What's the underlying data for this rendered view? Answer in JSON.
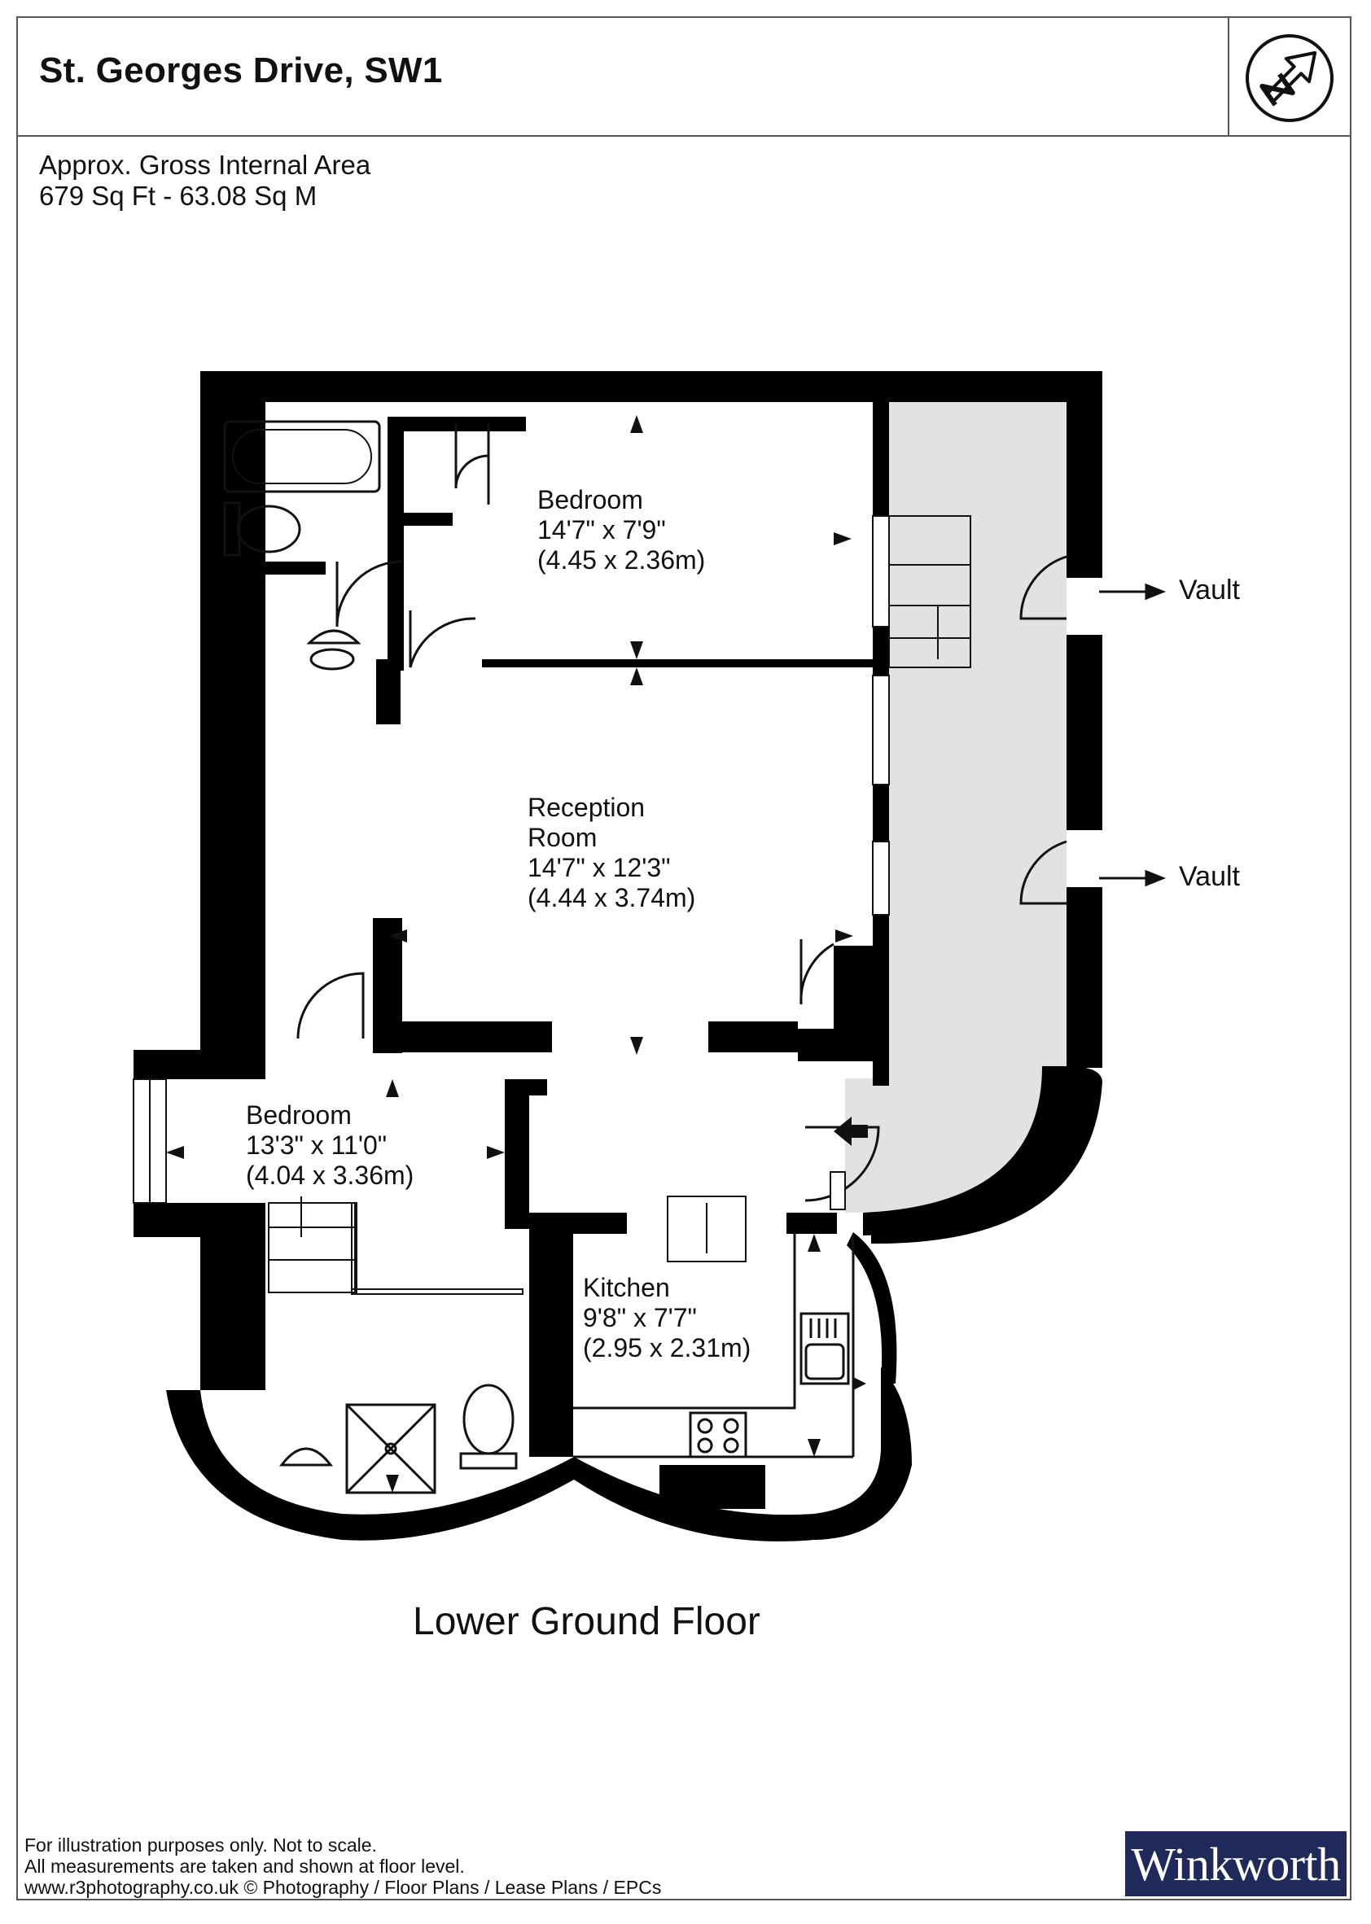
{
  "header": {
    "title": "St. Georges Drive, SW1",
    "compass_icon": "north-arrow-icon"
  },
  "area": {
    "line1": "Approx. Gross Internal Area",
    "line2": "679 Sq Ft  -  63.08 Sq M"
  },
  "rooms": {
    "bedroom1": {
      "name": "Bedroom",
      "size_imperial": "14'7\" x 7'9\"",
      "size_metric": "(4.45 x 2.36m)"
    },
    "reception": {
      "name1": "Reception",
      "name2": "Room",
      "size_imperial": "14'7\" x 12'3\"",
      "size_metric": "(4.44 x 3.74m)"
    },
    "bedroom2": {
      "name": "Bedroom",
      "size_imperial": "13'3\" x 11'0\"",
      "size_metric": "(4.04 x 3.36m)"
    },
    "kitchen": {
      "name": "Kitchen",
      "size_imperial": "9'8\" x 7'7\"",
      "size_metric": "(2.95 x 2.31m)"
    }
  },
  "vaults": {
    "vault1": "Vault",
    "vault2": "Vault"
  },
  "floor": {
    "name": "Lower Ground Floor"
  },
  "footer": {
    "line1": "For illustration purposes only. Not to scale.",
    "line2": "All measurements are taken and shown at floor level.",
    "line3": "www.r3photography.co.uk © Photography / Floor Plans / Lease Plans / EPCs"
  },
  "brand": {
    "name": "Winkworth",
    "color": "#1f2a5a"
  },
  "colors": {
    "wall": "#000000",
    "vault_area": "#e2e2e2"
  }
}
